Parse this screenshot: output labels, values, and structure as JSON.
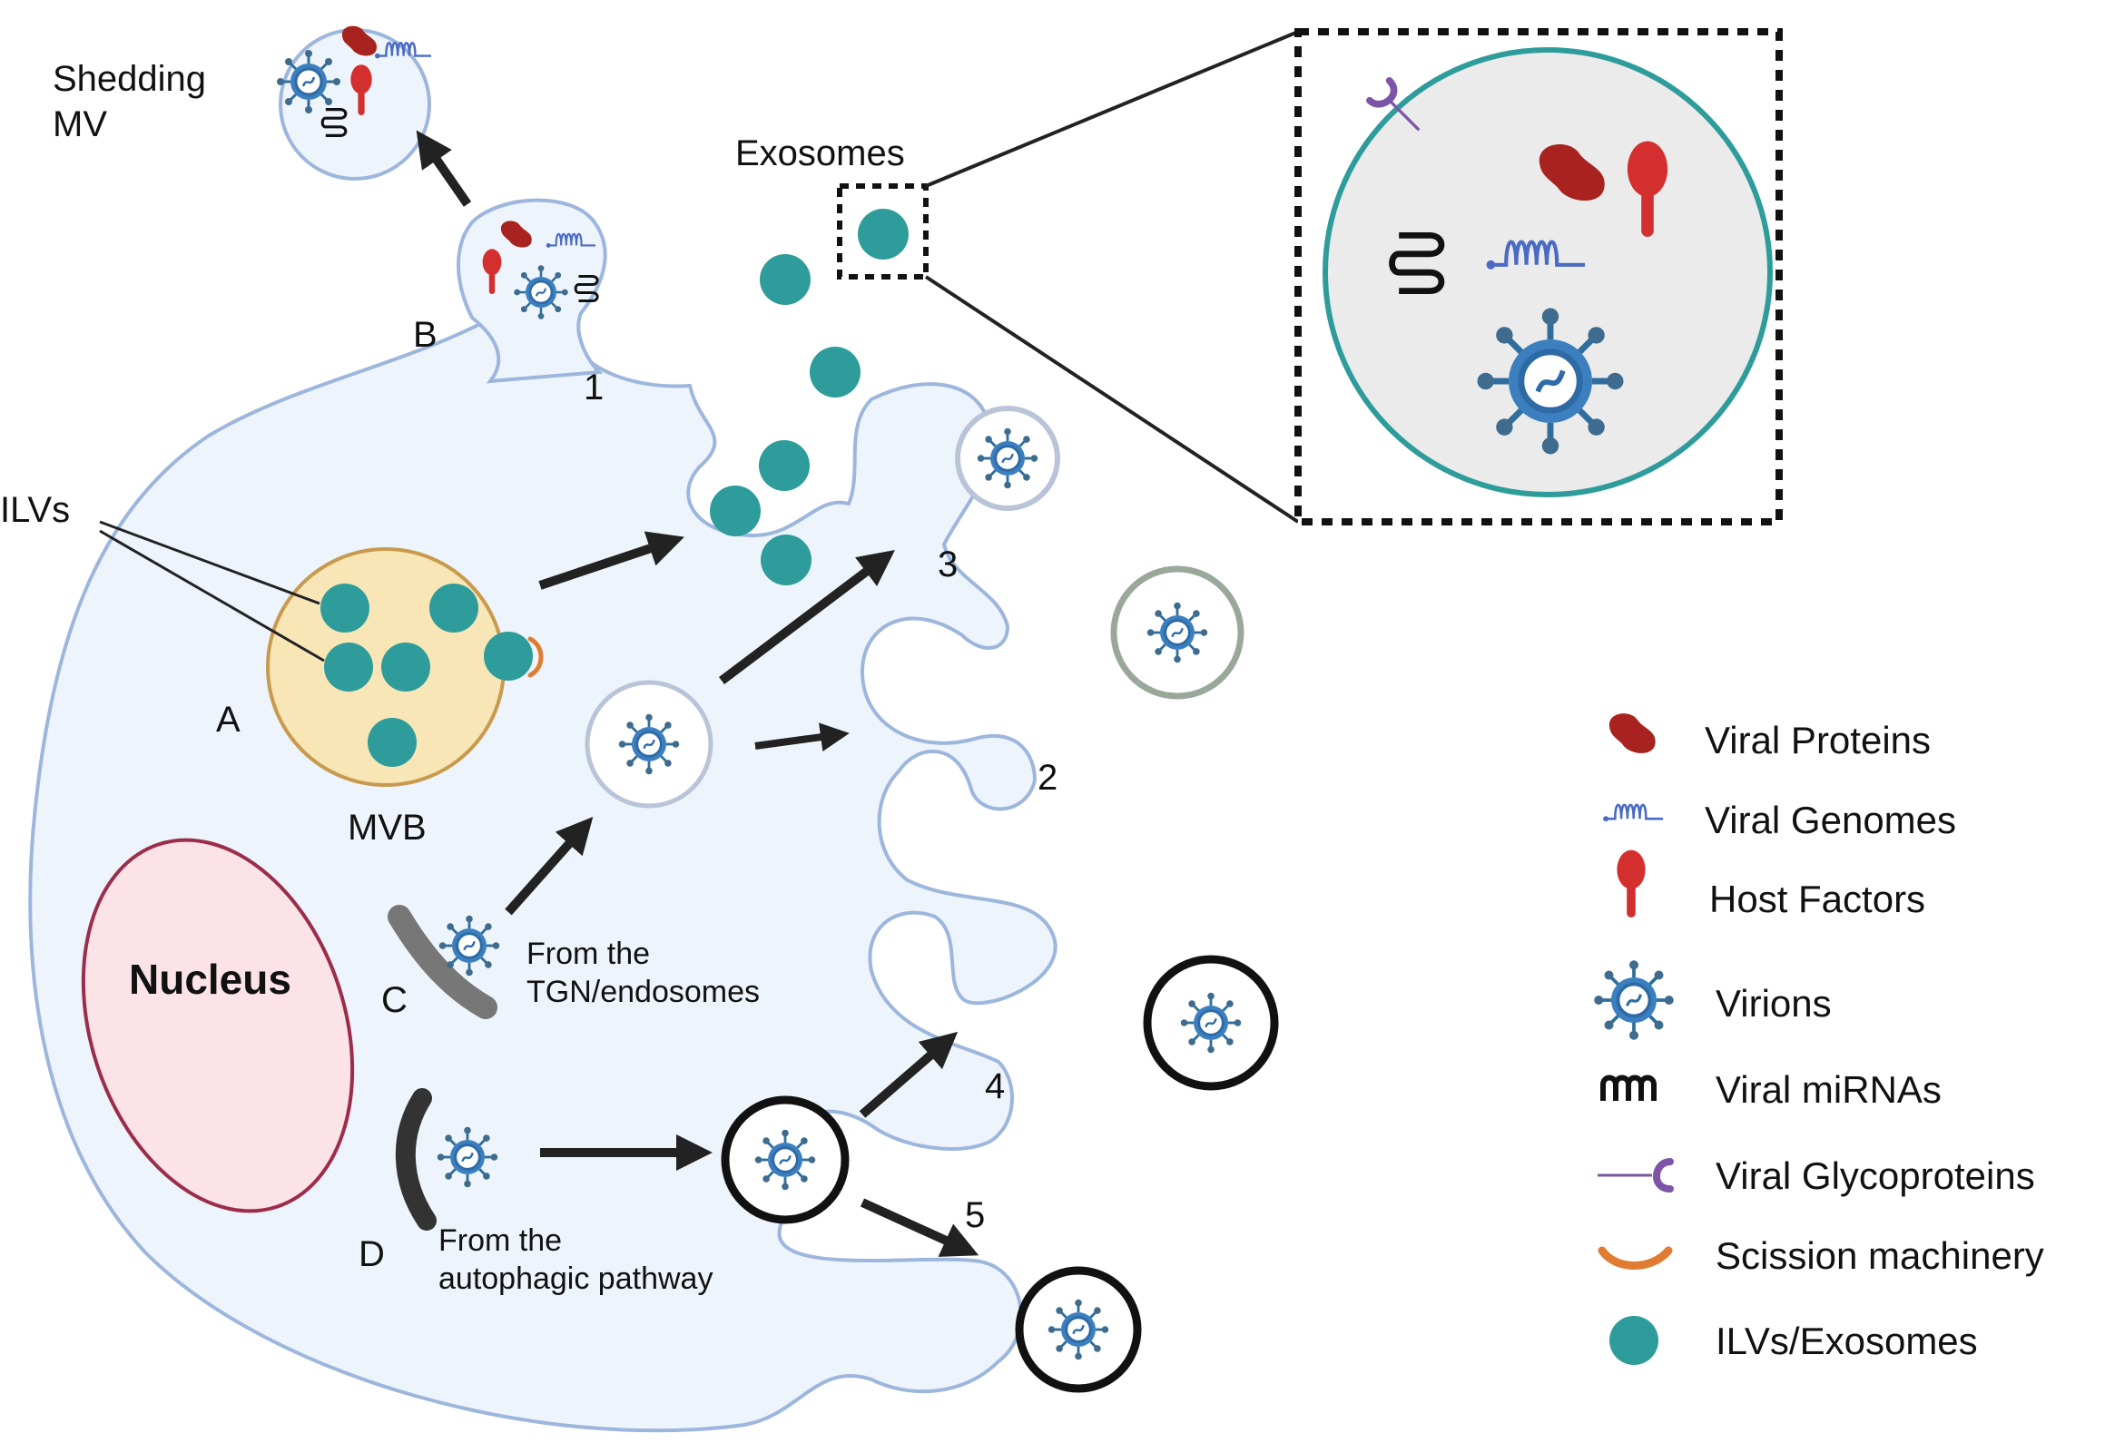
{
  "labels": {
    "shedding": "Shedding",
    "mv": "MV",
    "exosomes": "Exosomes",
    "ilvs": "ILVs",
    "mvb": "MVB",
    "nucleus": "Nucleus",
    "letter_a": "A",
    "letter_b": "B",
    "letter_c": "C",
    "letter_d": "D",
    "num_1": "1",
    "num_2": "2",
    "num_3": "3",
    "num_4": "4",
    "num_5": "5",
    "tgn_line1": "From the",
    "tgn_line2": "TGN/endosomes",
    "auto_line1": "From the",
    "auto_line2": "autophagic pathway"
  },
  "legend": [
    {
      "label": "Viral Proteins",
      "icon": "viral-protein-icon"
    },
    {
      "label": "Viral Genomes",
      "icon": "viral-genome-icon"
    },
    {
      "label": "Host Factors",
      "icon": "host-factor-icon"
    },
    {
      "label": "Virions",
      "icon": "virion-icon"
    },
    {
      "label": "Viral miRNAs",
      "icon": "mirna-icon"
    },
    {
      "label": "Viral Glycoproteins",
      "icon": "glycoprotein-icon"
    },
    {
      "label": "Scission machinery",
      "icon": "scission-icon"
    },
    {
      "label": "ILVs/Exosomes",
      "icon": "exosome-icon"
    }
  ],
  "colors": {
    "cell_fill": "#eef4fb",
    "cell_stroke": "#9db6dd",
    "exosome": "#2f9c9c",
    "mvb_fill": "#f8e6b6",
    "mvb_stroke": "#c89a4e",
    "nucleus_fill": "#fbe3e8",
    "nucleus_stroke": "#9b2d4a",
    "viral_protein": "#a8231f",
    "host_factor": "#d32f2f",
    "genome": "#4a6bc4",
    "virion": "#2f78b4",
    "glycoprotein": "#7d55a8",
    "scission": "#e07b32"
  }
}
